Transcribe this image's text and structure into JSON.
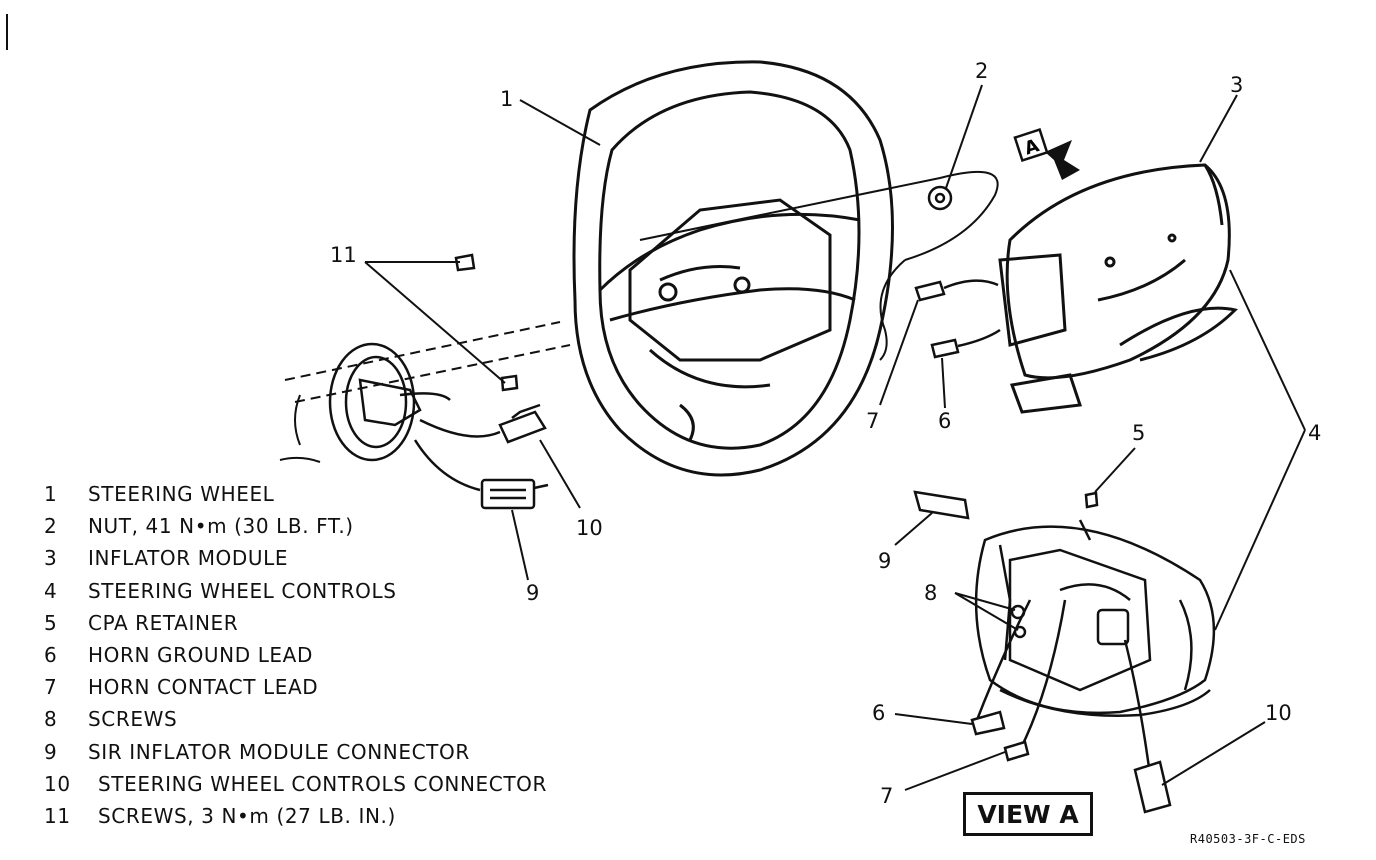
{
  "callouts": {
    "c1": "1",
    "c2": "2",
    "c3": "3",
    "c4": "4",
    "c5": "5",
    "c6": "6",
    "c6b": "6",
    "c7": "7",
    "c7b": "7",
    "c8": "8",
    "c9": "9",
    "c9b": "9",
    "c10": "10",
    "c10b": "10",
    "c11": "11",
    "arrowA": "A"
  },
  "legend": [
    {
      "num": "1",
      "text": "STEERING WHEEL"
    },
    {
      "num": "2",
      "text": "NUT, 41 N•m (30 LB. FT.)"
    },
    {
      "num": "3",
      "text": "INFLATOR MODULE"
    },
    {
      "num": "4",
      "text": "STEERING WHEEL CONTROLS"
    },
    {
      "num": "5",
      "text": "CPA RETAINER"
    },
    {
      "num": "6",
      "text": "HORN GROUND LEAD"
    },
    {
      "num": "7",
      "text": "HORN CONTACT LEAD"
    },
    {
      "num": "8",
      "text": "SCREWS"
    },
    {
      "num": "9",
      "text": "SIR INFLATOR MODULE CONNECTOR"
    },
    {
      "num": "10",
      "text": "STEERING WHEEL CONTROLS CONNECTOR"
    },
    {
      "num": "11",
      "text": "SCREWS, 3 N•m (27 LB. IN.)"
    }
  ],
  "view_label": "VIEW A",
  "reference_code": "R40503-3F-C-EDS"
}
